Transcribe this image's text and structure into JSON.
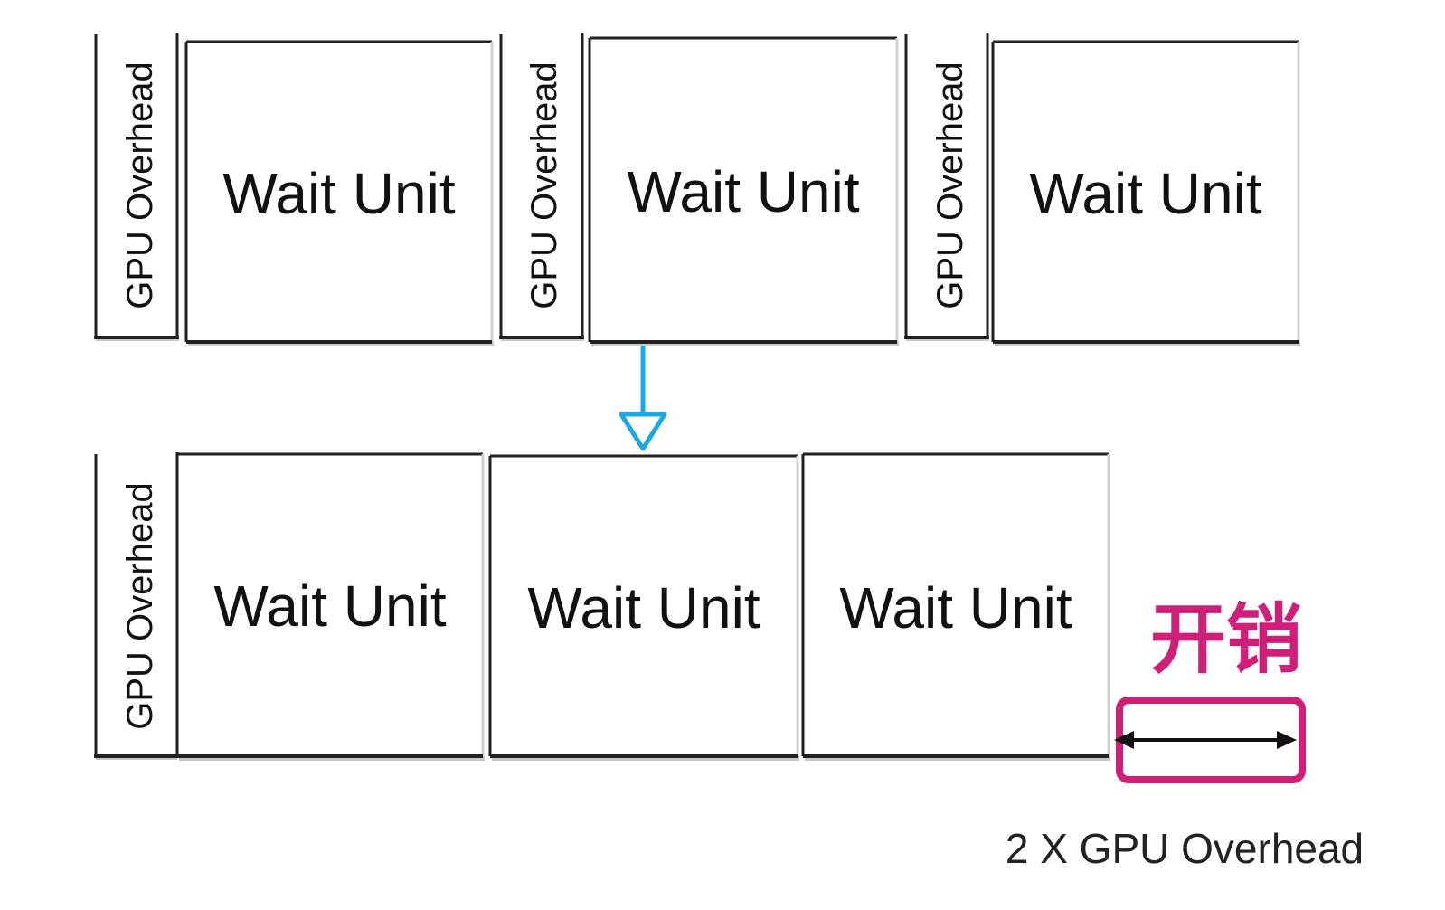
{
  "colors": {
    "arrow_blue": "#1ea7e0",
    "highlight_magenta": "#cf1f79",
    "line_dark": "#222222"
  },
  "top_row": [
    {
      "overhead_label": "GPU Overhead",
      "unit_label": "Wait Unit"
    },
    {
      "overhead_label": "GPU Overhead",
      "unit_label": "Wait Unit"
    },
    {
      "overhead_label": "GPU Overhead",
      "unit_label": "Wait Unit"
    }
  ],
  "bottom_row": {
    "overhead_label": "GPU Overhead",
    "units": [
      "Wait Unit",
      "Wait Unit",
      "Wait Unit"
    ]
  },
  "annotation": {
    "cost_label": "开销",
    "caption": "2 X GPU Overhead"
  }
}
